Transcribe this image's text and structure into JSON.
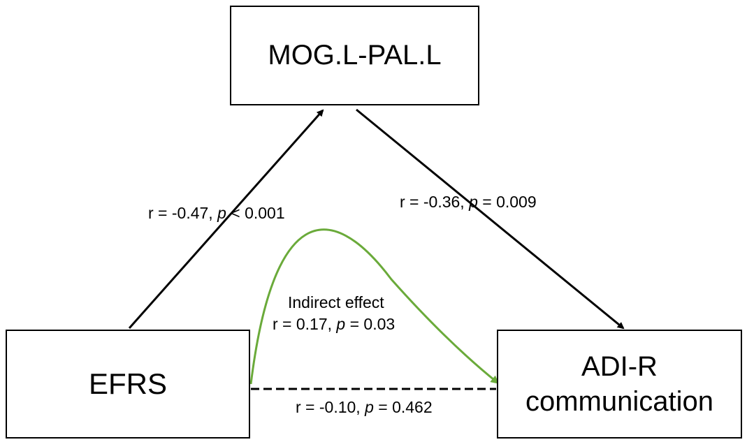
{
  "nodes": {
    "mediator": "MOG.L-PAL.L",
    "predictor": "EFRS",
    "outcome_line1": "ADI-R",
    "outcome_line2": "communication"
  },
  "edges": {
    "a_path": {
      "r_text": "r = -0.47, ",
      "p_symbol": "p",
      "p_text": " < 0.001"
    },
    "b_path": {
      "r_text": "r = -0.36, ",
      "p_symbol": "p",
      "p_text": " = 0.009"
    },
    "indirect": {
      "title": "Indirect effect",
      "r_text": "r = 0.17, ",
      "p_symbol": "p",
      "p_text": " = 0.03"
    },
    "direct": {
      "r_text": "r = -0.10, ",
      "p_symbol": "p",
      "p_text": " = 0.462"
    }
  },
  "colors": {
    "line": "#000000",
    "indirect": "#6aaa3a"
  }
}
